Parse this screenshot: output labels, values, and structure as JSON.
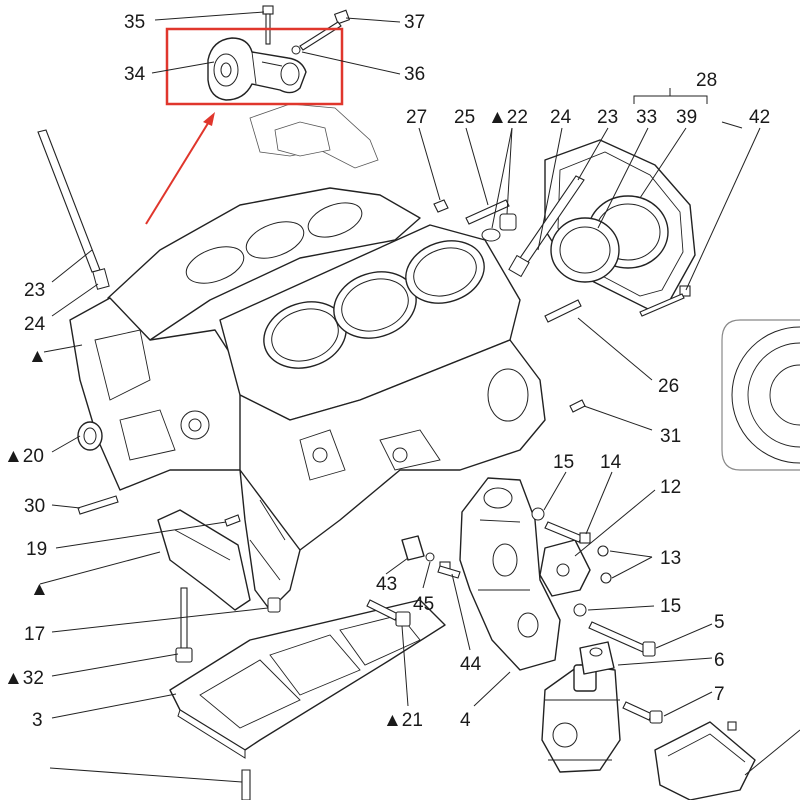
{
  "callouts": {
    "c35": "35",
    "c37": "37",
    "c34": "34",
    "c36": "36",
    "c28": "28",
    "c27": "27",
    "c25": "25",
    "c22": "▲22",
    "c24a": "24",
    "c23a": "23",
    "c33": "33",
    "c39": "39",
    "c42": "42",
    "c23b": "23",
    "c24b": "24",
    "cTri1": "▲",
    "c26": "26",
    "c20": "▲20",
    "c31": "31",
    "c15a": "15",
    "c14": "14",
    "c12": "12",
    "c30": "30",
    "c19": "19",
    "c13": "13",
    "cTri2": "▲",
    "c43": "43",
    "c45": "45",
    "c15b": "15",
    "c17": "17",
    "c5": "5",
    "c44": "44",
    "c6": "6",
    "c32": "▲32",
    "c7": "7",
    "c3": "3",
    "c21": "▲21",
    "c4": "4"
  },
  "colors": {
    "highlight": "#e0362c",
    "line": "#222222"
  }
}
